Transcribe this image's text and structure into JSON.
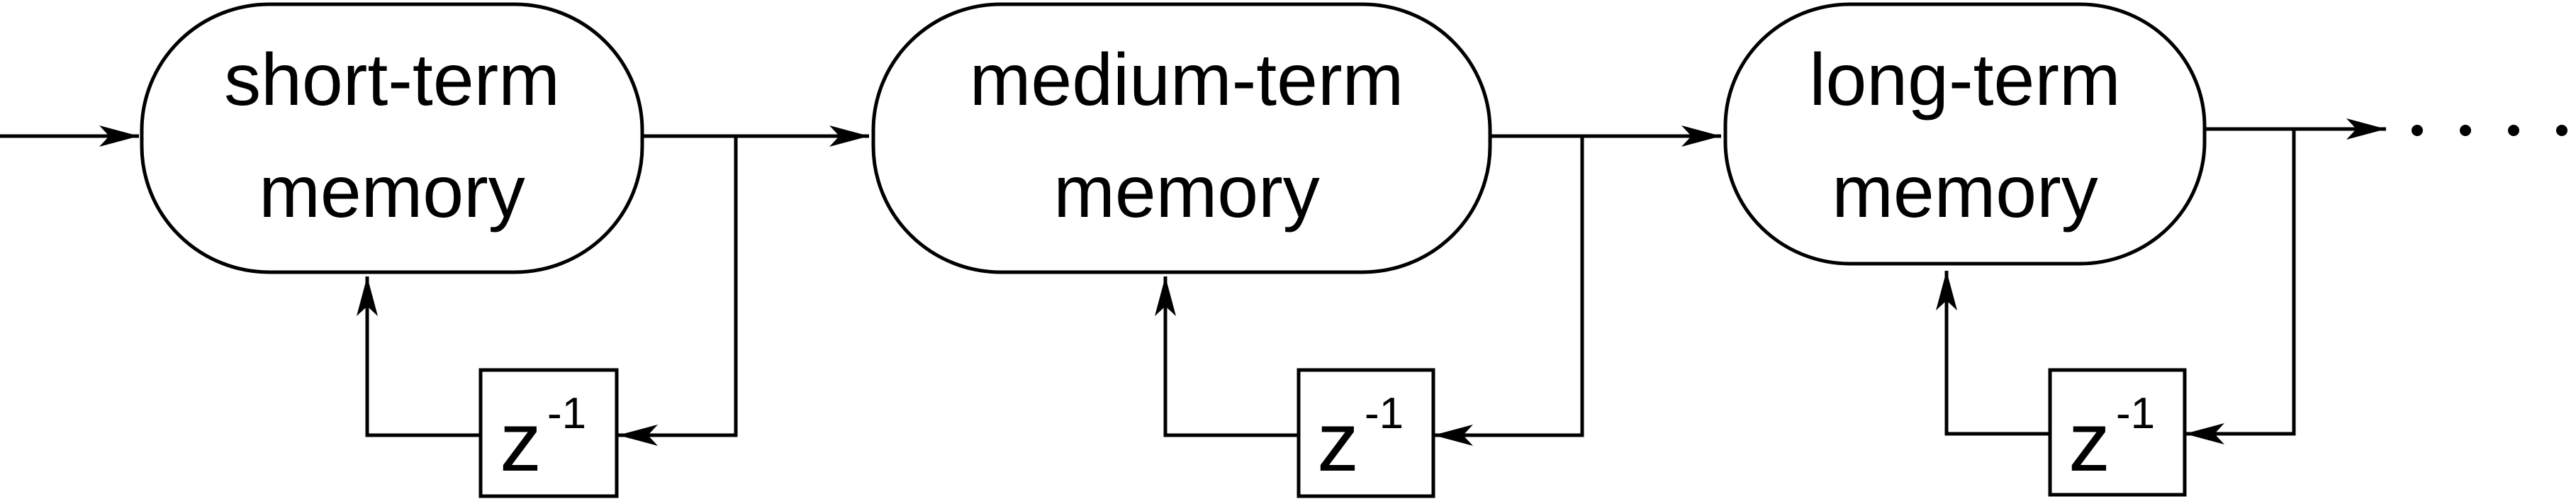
{
  "stages": [
    {
      "line1": "short-term",
      "line2": "memory"
    },
    {
      "line1": "medium-term",
      "line2": "memory"
    },
    {
      "line1": "long-term",
      "line2": "memory"
    }
  ],
  "delay": {
    "base": "z",
    "exponent": "-1"
  },
  "colors": {
    "stroke": "#000000",
    "background": "#ffffff"
  }
}
